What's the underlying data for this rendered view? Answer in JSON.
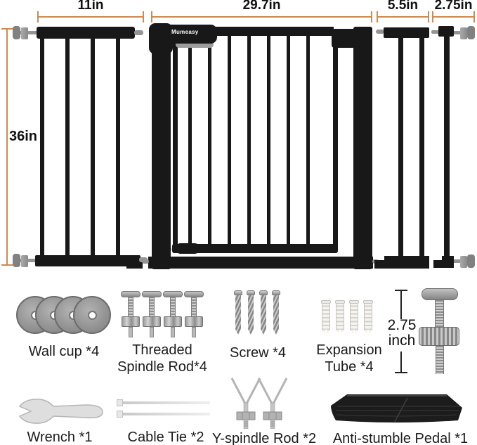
{
  "colors": {
    "dimension_line": "#cf8a4e",
    "gate_black": "#181818",
    "hardware_gray": "#9a9a9a",
    "text": "#1c1c1c"
  },
  "dimensions": {
    "top": [
      {
        "label": "11in"
      },
      {
        "label": "29.7in"
      },
      {
        "label": "5.5in"
      },
      {
        "label": "2.75in"
      }
    ],
    "height": {
      "label": "36in"
    },
    "spindle_length": {
      "line1": "2.75",
      "line2": "inch"
    }
  },
  "gate": {
    "brand": "Mumeasy"
  },
  "parts": {
    "wall_cup": {
      "label": "Wall cup *4"
    },
    "threaded_spindle_rod": {
      "label_line1": "Threaded",
      "label_line2": "Spindle Rod*4"
    },
    "screw": {
      "label": "Screw *4"
    },
    "expansion_tube": {
      "label_line1": "Expansion",
      "label_line2": "Tube *4"
    },
    "wrench": {
      "label": "Wrench *1"
    },
    "cable_tie": {
      "label": "Cable Tie *2"
    },
    "y_spindle_rod": {
      "label": "Y-spindle Rod *2"
    },
    "anti_stumble_pedal": {
      "label": "Anti-stumble Pedal *1"
    }
  }
}
